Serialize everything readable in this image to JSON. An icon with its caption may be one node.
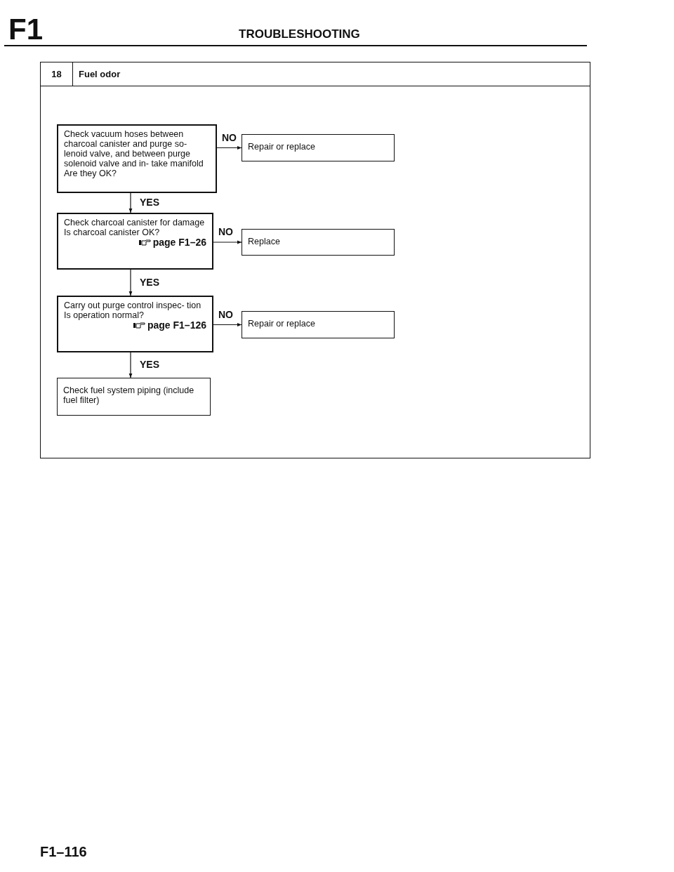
{
  "diagram": {
    "title": "TROUBLESHOOTING",
    "nodes": [
      {
        "text": [
          "18",
          "Fuel odor"
        ]
      },
      {
        "text": [
          "Check vacuum hoses between charcoal canister and purge so- lenoid valve, and between purge solenoid valve and in- take manifold",
          "Are they OK?"
        ],
        "in": 0
      },
      {
        "text": [
          "Repair or replace"
        ],
        "in": 0
      },
      {
        "text": [
          "Check charcoal canister for damage",
          "Is charcoal canister OK?",
          "page F1–26"
        ],
        "in": 0
      },
      {
        "text": [
          "Replace"
        ],
        "in": 0
      },
      {
        "text": [
          "Carry out purge control inspec- tion",
          "Is operation normal?",
          "page F1–126"
        ],
        "in": 0
      },
      {
        "text": [
          "Repair or replace"
        ],
        "in": 0
      },
      {
        "text": [
          "Check fuel system piping (include fuel filter)"
        ],
        "in": 0
      }
    ],
    "edges": [
      {
        "from": 1,
        "to": 2,
        "arrow": "to",
        "label": "NO"
      },
      {
        "from": 1,
        "to": 3,
        "arrow": "to",
        "label": "YES"
      },
      {
        "from": 3,
        "to": 4,
        "arrow": "to",
        "label": "NO"
      },
      {
        "from": 3,
        "to": 5,
        "arrow": "to",
        "label": "YES"
      },
      {
        "from": 5,
        "to": 6,
        "arrow": "to",
        "label": "NO"
      },
      {
        "from": 5,
        "to": 7,
        "arrow": "to",
        "label": "YES"
      }
    ],
    "labels": [
      "F1",
      "F1–116"
    ]
  }
}
